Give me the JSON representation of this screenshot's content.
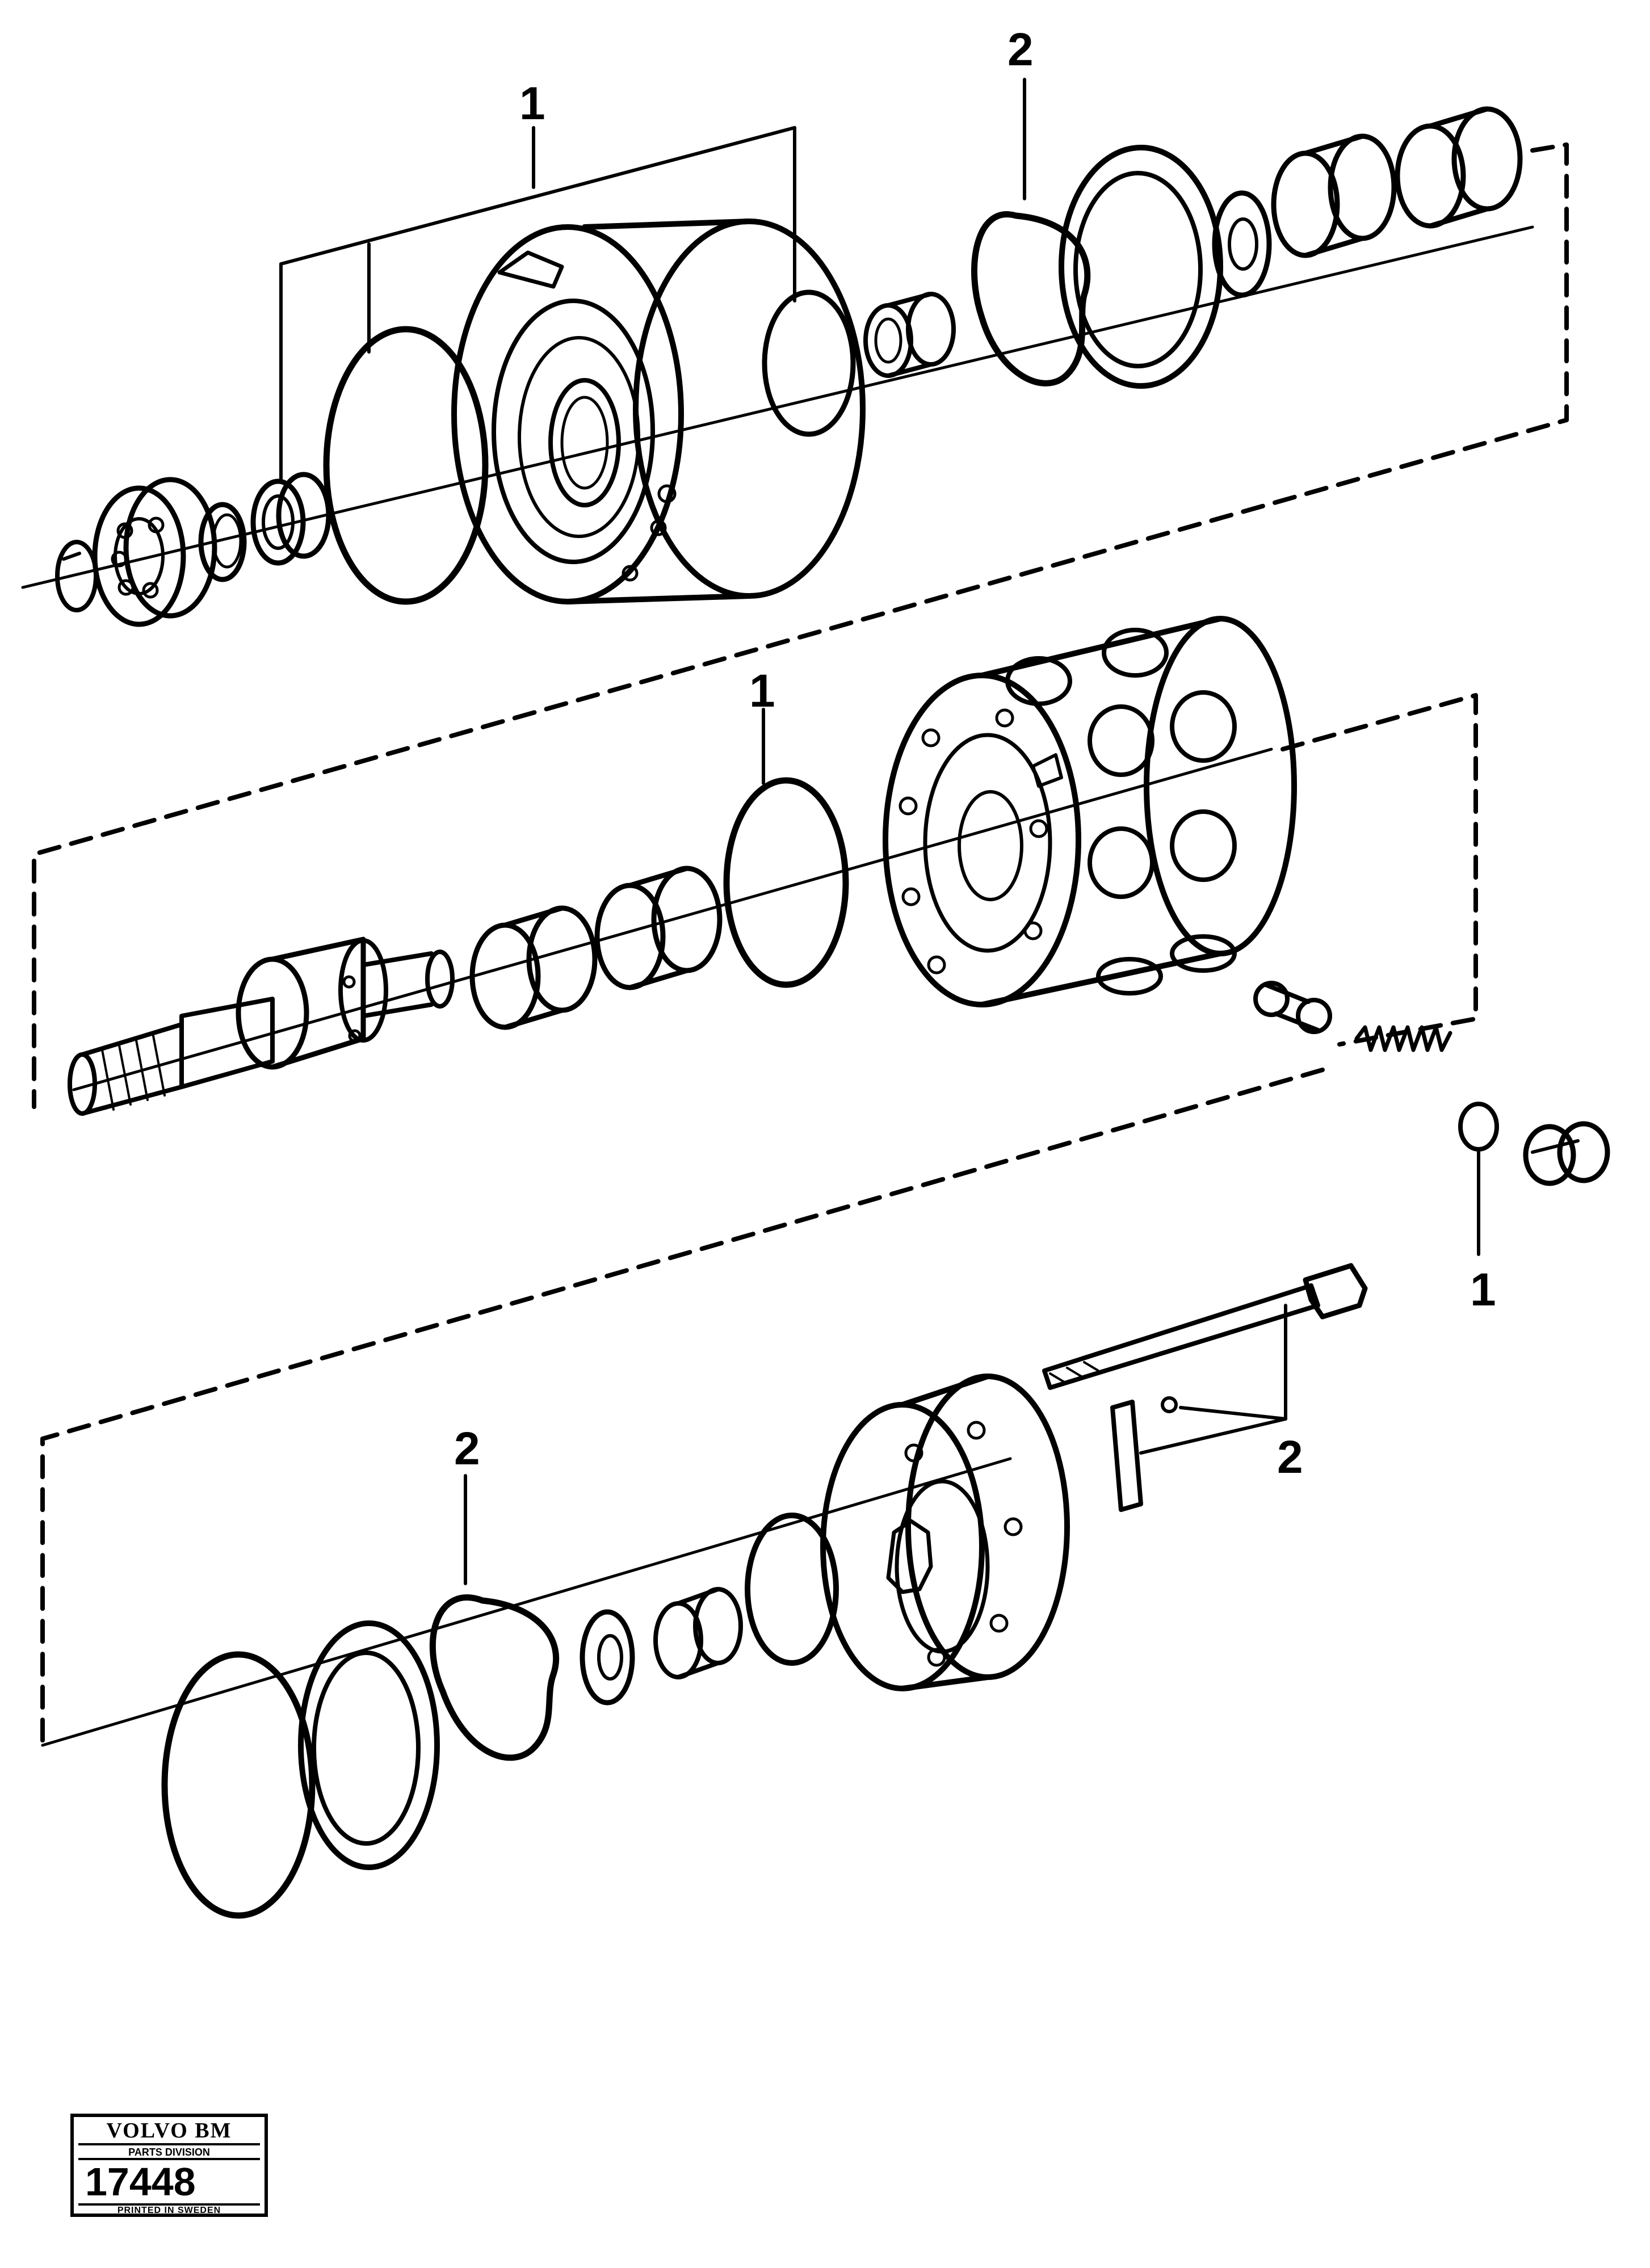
{
  "callouts": {
    "top_group_1": "1",
    "top_group_2": "2",
    "middle_ring_1": "1",
    "middle_seal_1": "1",
    "bottom_group_2_left": "2",
    "bottom_group_2_right": "2"
  },
  "stamp": {
    "brand": "VOLVO BM",
    "division": "PARTS DIVISION",
    "number": "17448",
    "printed": "PRINTED IN SWEDEN"
  }
}
